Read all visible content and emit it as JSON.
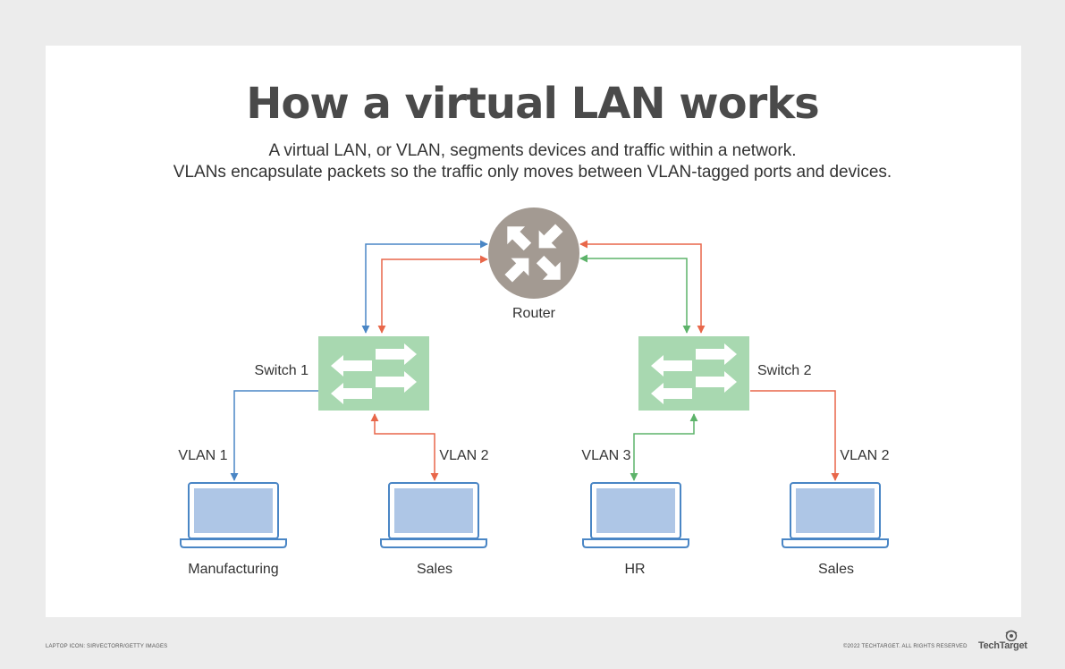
{
  "title": "How a virtual LAN works",
  "subtitle_lines": [
    "A virtual LAN, or VLAN, segments devices and traffic within a network.",
    "VLANs encapsulate packets so the traffic only moves between VLAN-tagged ports and devices."
  ],
  "router": {
    "label": "Router"
  },
  "switches": [
    {
      "label": "Switch 1"
    },
    {
      "label": "Switch 2"
    }
  ],
  "vlans": [
    {
      "label": "VLAN 1",
      "device": "Manufacturing"
    },
    {
      "label": "VLAN 2",
      "device": "Sales"
    },
    {
      "label": "VLAN 3",
      "device": "HR"
    },
    {
      "label": "VLAN 2",
      "device": "Sales"
    }
  ],
  "colors": {
    "vlan1": "#4a86c5",
    "vlan2": "#e8674a",
    "vlan3": "#5db36a",
    "router": "#a39a92",
    "switch": "#a8d8b0",
    "laptop_screen": "#aec6e6",
    "laptop_outline": "#4a86c5"
  },
  "footer": {
    "credit": "LAPTOP ICON: SIRVECTORR/GETTY IMAGES",
    "copyright": "©2022 TECHTARGET. ALL RIGHTS RESERVED",
    "brand": "TechTarget"
  }
}
